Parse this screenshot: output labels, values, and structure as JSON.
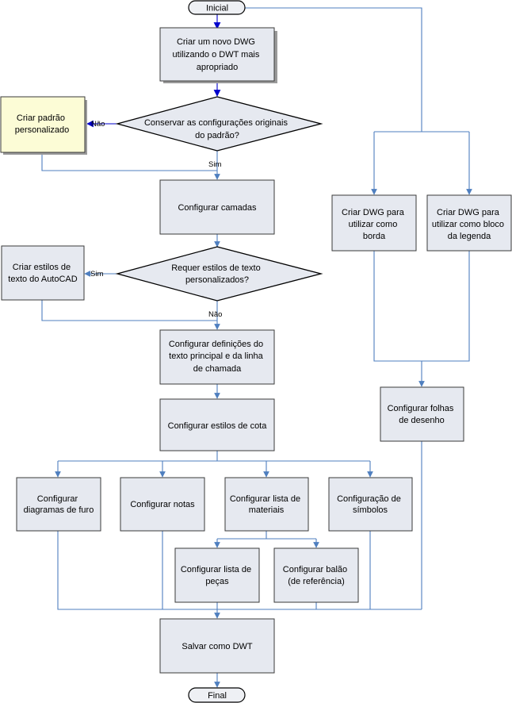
{
  "colors": {
    "edge": "#4f7fbf",
    "box_fill": "#e6e9f0",
    "highlight_fill": "#fcfcd6",
    "arrow_blue": "#0000cc"
  },
  "nodes": {
    "start": "Inicial",
    "create_dwg": [
      "Criar um novo DWG",
      "utilizando o DWT mais",
      "apropriado"
    ],
    "custom_standard": [
      "Criar padrão",
      "personalizado"
    ],
    "keep_settings": [
      "Conservar as configurações originais",
      "do padrão?"
    ],
    "config_layers": [
      "Configurar camadas"
    ],
    "create_text_styles": [
      "Criar estilos de",
      "texto do  AutoCAD"
    ],
    "custom_text_styles": [
      "Requer estilos de texto",
      "personalizados?"
    ],
    "text_definitions": [
      "Configurar definições do",
      "texto principal e da linha",
      "de chamada"
    ],
    "dim_styles": [
      "Configurar estilos de cota"
    ],
    "hole_charts": [
      "Configurar",
      "diagramas de furo"
    ],
    "notes": [
      "Configurar notas"
    ],
    "bom": [
      "Configurar lista de",
      "materiais"
    ],
    "symbols": [
      "Configuração de",
      "símbolos"
    ],
    "parts_list": [
      "Configurar lista de",
      "peças"
    ],
    "balloon": [
      "Configurar balão",
      "(de referência)"
    ],
    "save_dwt": [
      "Salvar como DWT"
    ],
    "end": "Final",
    "border_dwg": [
      "Criar DWG para",
      "utilizar como",
      "borda"
    ],
    "title_block_dwg": [
      "Criar DWG para",
      "utilizar como bloco",
      "da legenda"
    ],
    "sheets": [
      "Configurar folhas",
      "de desenho"
    ]
  },
  "labels": {
    "keep_no": "Não",
    "keep_yes": "Sim",
    "text_yes": "Sim",
    "text_no": "Não"
  }
}
